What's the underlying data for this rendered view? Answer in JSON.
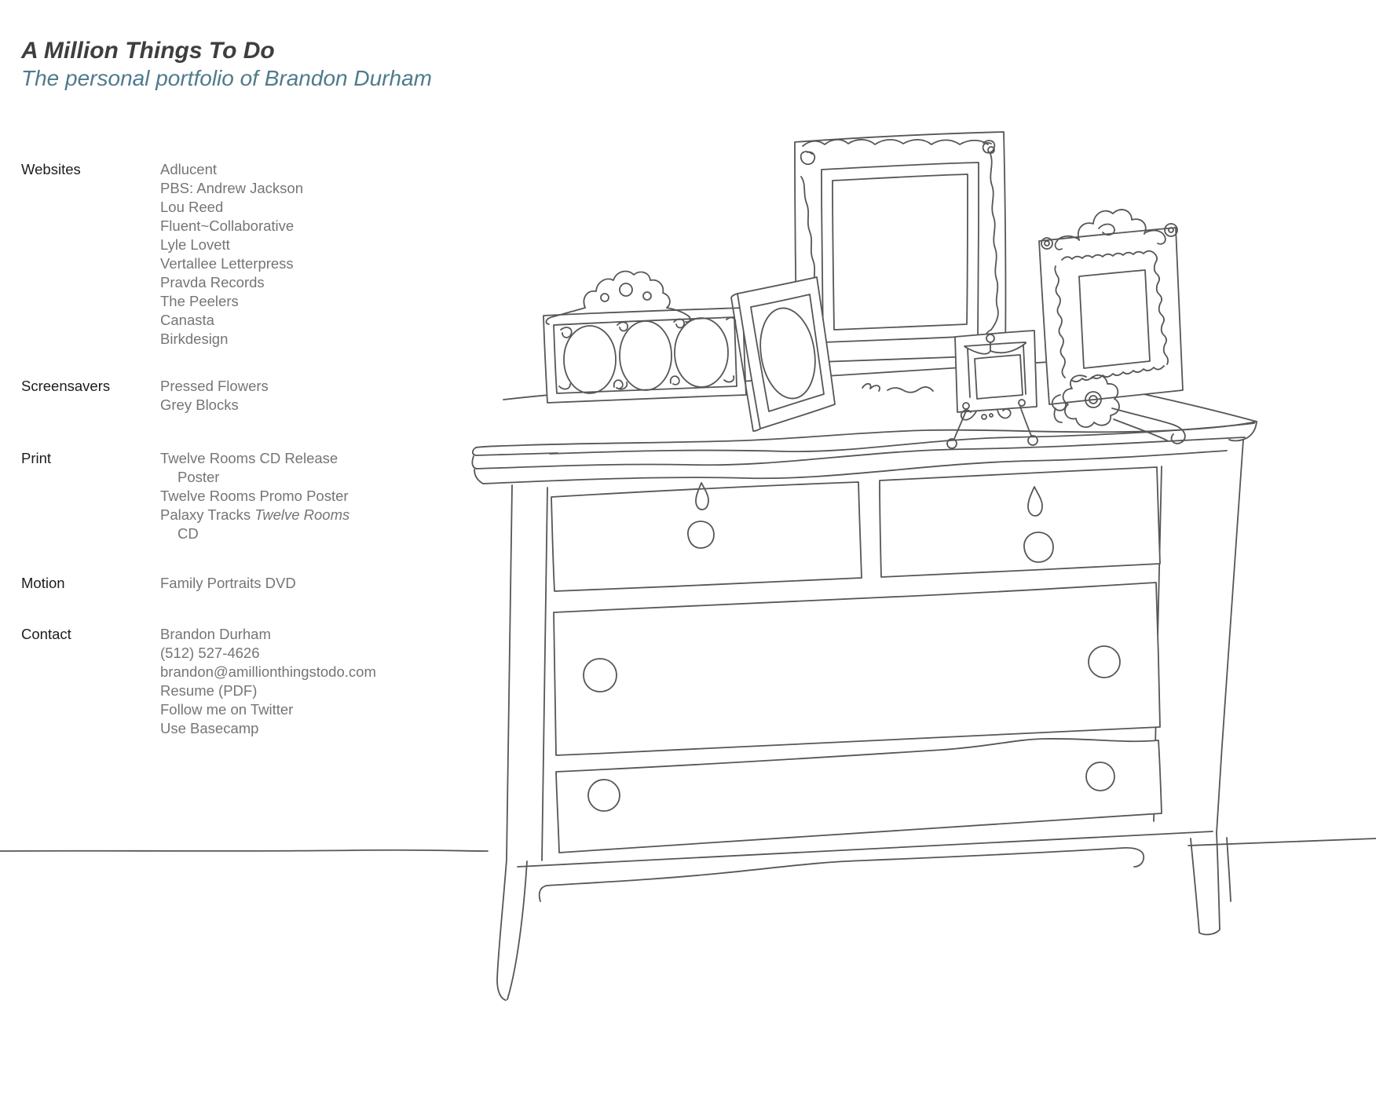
{
  "header": {
    "title": "A Million Things To Do",
    "subtitle": "The personal portfolio of Brandon Durham",
    "title_color": "#3e3e3e",
    "subtitle_color": "#4f7b8b"
  },
  "nav": {
    "label_color": "#1d1d1d",
    "link_color": "#757575",
    "sections": [
      {
        "label": "Websites",
        "items": [
          {
            "lines": [
              [
                {
                  "text": "Adlucent"
                }
              ]
            ]
          },
          {
            "lines": [
              [
                {
                  "text": "PBS: Andrew Jackson"
                }
              ]
            ]
          },
          {
            "lines": [
              [
                {
                  "text": "Lou Reed"
                }
              ]
            ]
          },
          {
            "lines": [
              [
                {
                  "text": "Fluent~Collaborative"
                }
              ]
            ]
          },
          {
            "lines": [
              [
                {
                  "text": "Lyle Lovett"
                }
              ]
            ]
          },
          {
            "lines": [
              [
                {
                  "text": "Vertallee Letterpress"
                }
              ]
            ]
          },
          {
            "lines": [
              [
                {
                  "text": "Pravda Records"
                }
              ]
            ]
          },
          {
            "lines": [
              [
                {
                  "text": "The Peelers"
                }
              ]
            ]
          },
          {
            "lines": [
              [
                {
                  "text": "Canasta"
                }
              ]
            ]
          },
          {
            "lines": [
              [
                {
                  "text": "Birkdesign"
                }
              ]
            ]
          }
        ]
      },
      {
        "label": "Screensavers",
        "items": [
          {
            "lines": [
              [
                {
                  "text": "Pressed Flowers"
                }
              ]
            ]
          },
          {
            "lines": [
              [
                {
                  "text": "Grey Blocks"
                }
              ]
            ]
          }
        ]
      },
      {
        "label": "Print",
        "items": [
          {
            "lines": [
              [
                {
                  "text": "Twelve Rooms CD Release"
                }
              ],
              [
                {
                  "text": "Poster"
                }
              ]
            ]
          },
          {
            "lines": [
              [
                {
                  "text": "Twelve Rooms Promo Poster"
                }
              ]
            ]
          },
          {
            "lines": [
              [
                {
                  "text": "Palaxy Tracks "
                },
                {
                  "text": "Twelve Rooms",
                  "italic": true
                }
              ],
              [
                {
                  "text": "CD"
                }
              ]
            ]
          }
        ]
      },
      {
        "label": "Motion",
        "items": [
          {
            "lines": [
              [
                {
                  "text": "Family Portraits DVD"
                }
              ]
            ]
          }
        ]
      },
      {
        "label": "Contact",
        "items": [
          {
            "lines": [
              [
                {
                  "text": "Brandon Durham"
                }
              ]
            ],
            "interactable": false
          },
          {
            "lines": [
              [
                {
                  "text": "(512) 527-4626"
                }
              ]
            ],
            "interactable": false
          },
          {
            "lines": [
              [
                {
                  "text": "brandon@amillionthingstodo.com"
                }
              ]
            ]
          },
          {
            "lines": [
              [
                {
                  "text": "Resume (PDF)"
                }
              ]
            ]
          },
          {
            "lines": [
              [
                {
                  "text": "Follow me on Twitter"
                }
              ]
            ]
          },
          {
            "lines": [
              [
                {
                  "text": "Use Basecamp"
                }
              ]
            ]
          }
        ]
      }
    ]
  },
  "illustration": {
    "alt": "Hand-drawn line illustration of an antique four-drawer dresser standing against a wall, with five ornate picture frames displayed on top",
    "stroke_color": "#565656",
    "elements": [
      "floor-line",
      "dresser-with-four-drawers",
      "triple-oval-frame-with-crown",
      "oval-portrait-frame",
      "large-ornate-frame",
      "small-frame-on-easel",
      "leaning-ornate-frame"
    ]
  }
}
